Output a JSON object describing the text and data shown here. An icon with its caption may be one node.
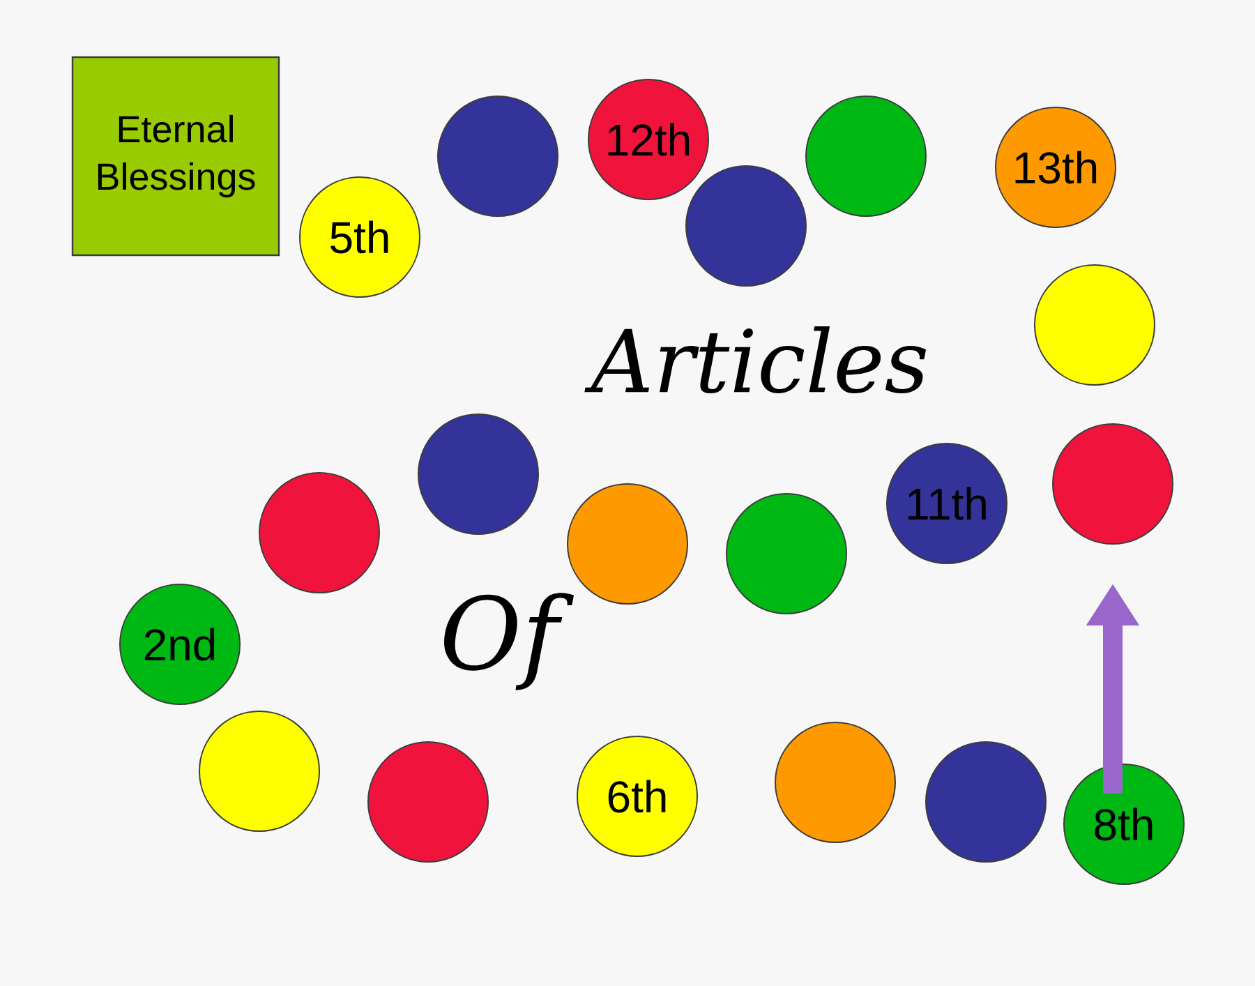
{
  "diagram": {
    "nodes": [
      {
        "text": [
          "Eternal Blessings"
        ]
      },
      {
        "text": [
          "5th"
        ]
      },
      {
        "text": [],
        "shape": "circle"
      },
      {
        "text": [
          "12th"
        ]
      },
      {
        "text": [],
        "shape": "circle"
      },
      {
        "text": [],
        "shape": "circle"
      },
      {
        "text": [
          "13th"
        ]
      },
      {
        "text": [],
        "shape": "circle"
      },
      {
        "text": [],
        "shape": "circle"
      },
      {
        "text": [],
        "shape": "circle"
      },
      {
        "text": [],
        "shape": "circle"
      },
      {
        "text": [],
        "shape": "circle"
      },
      {
        "text": [
          "11th"
        ]
      },
      {
        "text": [],
        "shape": "circle"
      },
      {
        "text": [
          "2nd"
        ]
      },
      {
        "text": [],
        "shape": "circle"
      },
      {
        "text": [],
        "shape": "circle"
      },
      {
        "text": [
          "6th"
        ]
      },
      {
        "text": [],
        "shape": "circle"
      },
      {
        "text": [],
        "shape": "circle"
      },
      {
        "text": [
          "8th"
        ]
      }
    ],
    "edges": [
      {
        "from": 20,
        "to": 13,
        "arrow": "to"
      }
    ],
    "labels": [
      "Articles",
      "Of"
    ]
  }
}
